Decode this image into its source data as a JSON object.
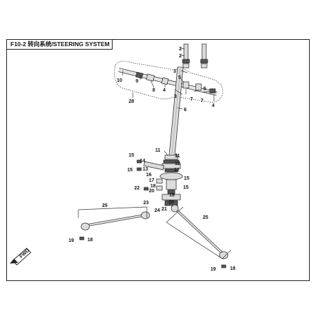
{
  "title": "F10-2  转向系统/STEERING SYSTEM",
  "fwd_mark": "FWD",
  "labels": {
    "l2a": "2",
    "l2b": "2",
    "l3a": "3",
    "l10": "10",
    "l9": "9",
    "l8": "8",
    "l4a": "4",
    "l5a": "5",
    "l3b": "3",
    "l5b": "5",
    "l7a": "7",
    "l7b": "7",
    "l4b": "4",
    "l28": "28",
    "l6": "6",
    "l11a": "11",
    "l11b": "11",
    "l15a": "15",
    "l14": "14",
    "l13": "13",
    "l12a": "12",
    "l15b": "15",
    "l16": "16",
    "l12b": "12",
    "l17": "17",
    "l15c": "15",
    "l18a": "18",
    "l15d": "15",
    "l22": "22",
    "l20a": "20",
    "l18b": "18",
    "l20b": "20",
    "l23": "23",
    "l24": "24",
    "l21": "21",
    "l25a": "25",
    "l25b": "25",
    "l19a": "19",
    "l18c": "18",
    "l19b": "19",
    "l18d": "18"
  }
}
